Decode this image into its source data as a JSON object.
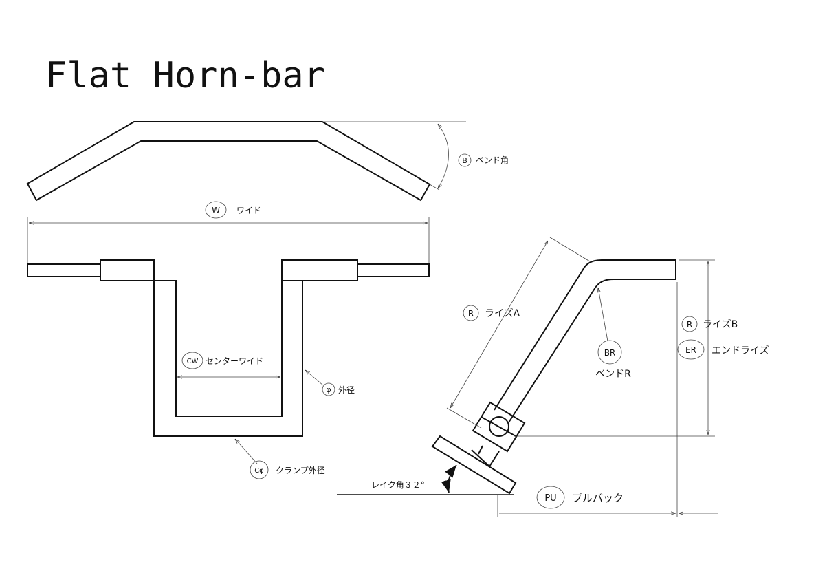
{
  "title": "Flat Horn-bar",
  "labels": {
    "bend_angle": {
      "badge": "B",
      "text": "ベンド角"
    },
    "wide": {
      "badge": "W",
      "text": "ワイド"
    },
    "center_wide": {
      "badge": "CW",
      "text": "センターワイド"
    },
    "outer_diameter": {
      "badge": "φ",
      "text": "外径"
    },
    "clamp_diameter": {
      "badge": "Cφ",
      "text": "クランプ外径"
    },
    "rise_a": {
      "badge": "R",
      "text": "ライズA"
    },
    "bend_r": {
      "badge": "BR",
      "text": "ベンドR"
    },
    "rise_b": {
      "badge": "R",
      "text": "ライズB"
    },
    "end_rise": {
      "badge": "ER",
      "text": "エンドライズ"
    },
    "rake_angle": {
      "text": "レイク角３２°"
    },
    "pullback": {
      "badge": "PU",
      "text": "プルバック"
    }
  }
}
